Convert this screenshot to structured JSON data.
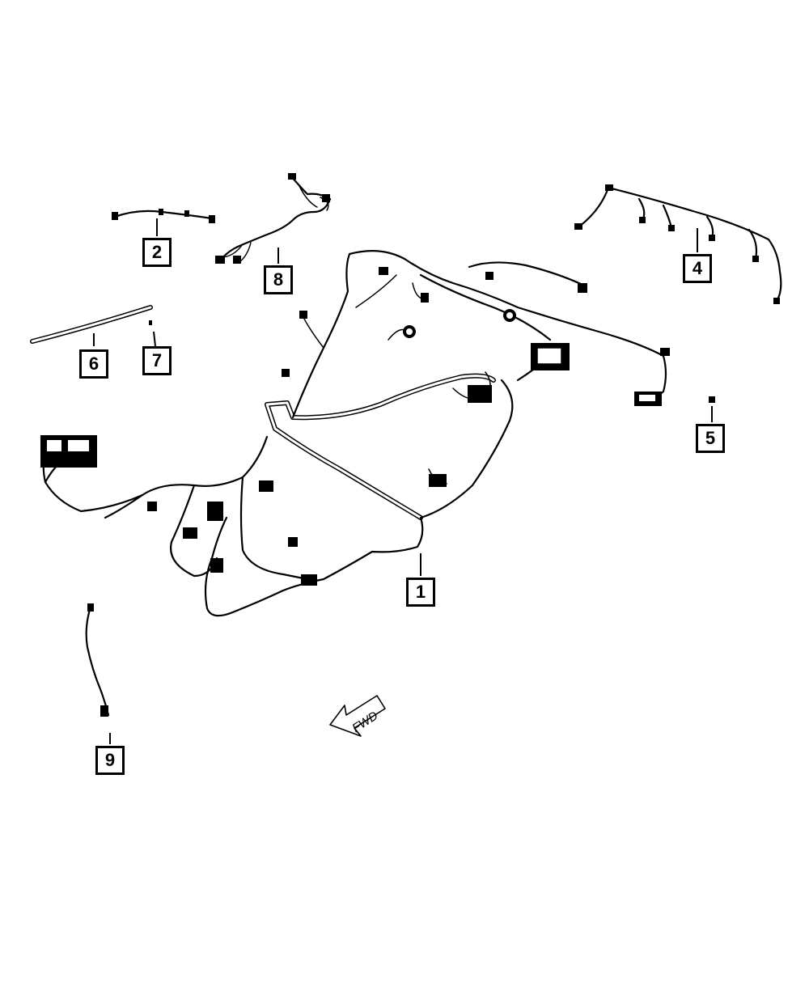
{
  "callouts": {
    "c1": "1",
    "c2": "2",
    "c4": "4",
    "c5": "5",
    "c6": "6",
    "c7": "7",
    "c8": "8",
    "c9": "9"
  },
  "direction_label": "FWD"
}
